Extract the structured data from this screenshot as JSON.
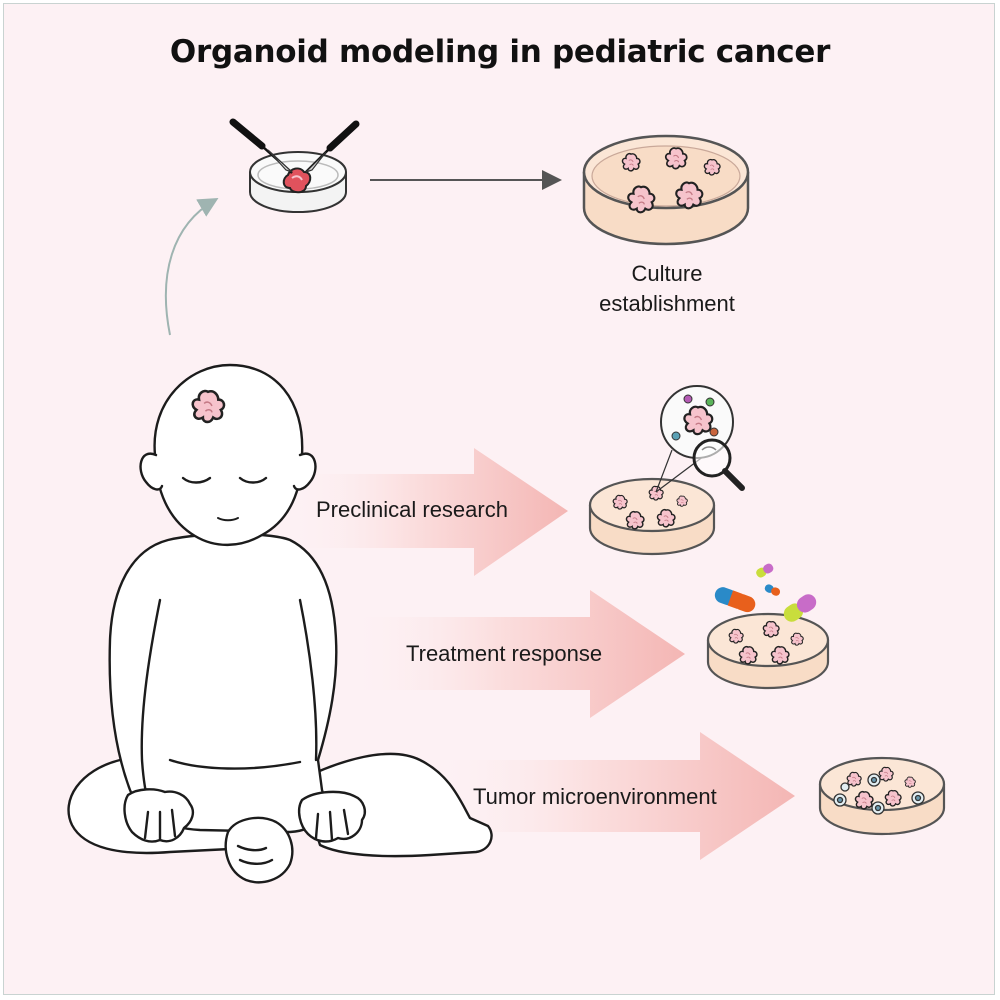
{
  "title": "Organoid modeling in pediatric cancer",
  "culture": {
    "line1": "Culture",
    "line2": "establishment"
  },
  "arrows": [
    {
      "label": "Preclinical research"
    },
    {
      "label": "Treatment response"
    },
    {
      "label": "Tumor microenvironment"
    }
  ],
  "icons": [
    "scalpel-icon",
    "petri-dish-icon",
    "organoid-icon",
    "magnifier-icon",
    "pill-capsule-icon",
    "immune-cell-icon",
    "baby-illustration"
  ],
  "colors": {
    "background": "#fdf1f4",
    "organoid": "#f6c3cc",
    "dish": "#f8dcc6",
    "arrow": "#f2b4b4",
    "tumor": "#e0525d"
  }
}
